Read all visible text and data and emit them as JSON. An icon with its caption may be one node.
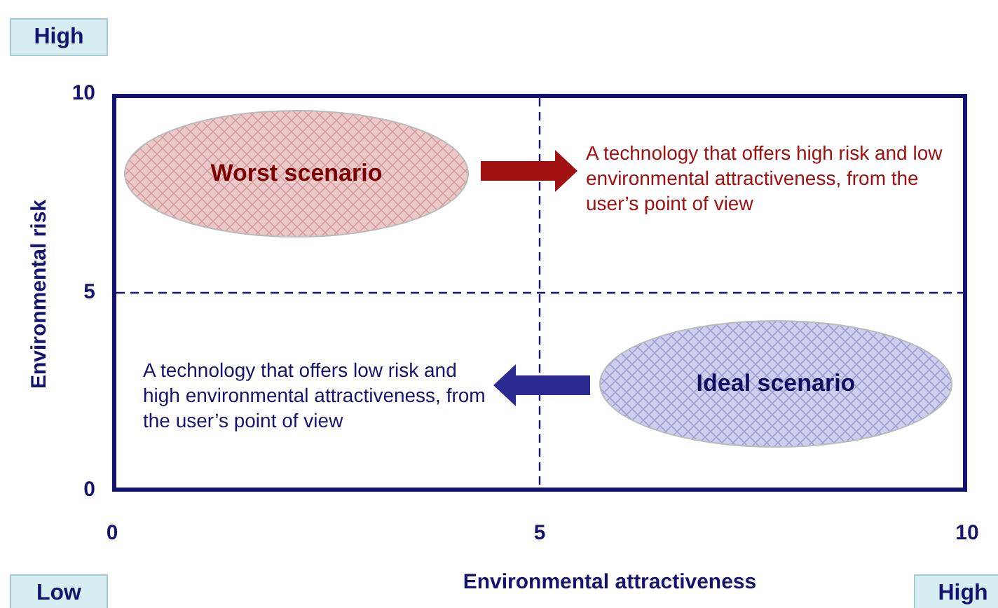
{
  "diagram": {
    "nodes": [
      {
        "text": [
          "Worst scenario"
        ]
      },
      {
        "text": [
          "A technology that offers high risk and low environmental attractiveness, from the user’s point of view"
        ]
      },
      {
        "text": [
          "Ideal scenario"
        ]
      },
      {
        "text": [
          "A technology that offers low risk and high environmental attractiveness, from the user’s point of view"
        ]
      }
    ],
    "edges": [
      {
        "from": 0,
        "to": 1,
        "arrow": "to",
        "color": "#a01010"
      },
      {
        "from": 2,
        "to": 3,
        "arrow": "to",
        "color": "#2a2a90"
      }
    ],
    "labels": [
      "High",
      "10",
      "5",
      "0",
      "Environmental risk",
      "0",
      "5",
      "10",
      "Environmental attractiveness",
      "Low",
      "High"
    ]
  }
}
